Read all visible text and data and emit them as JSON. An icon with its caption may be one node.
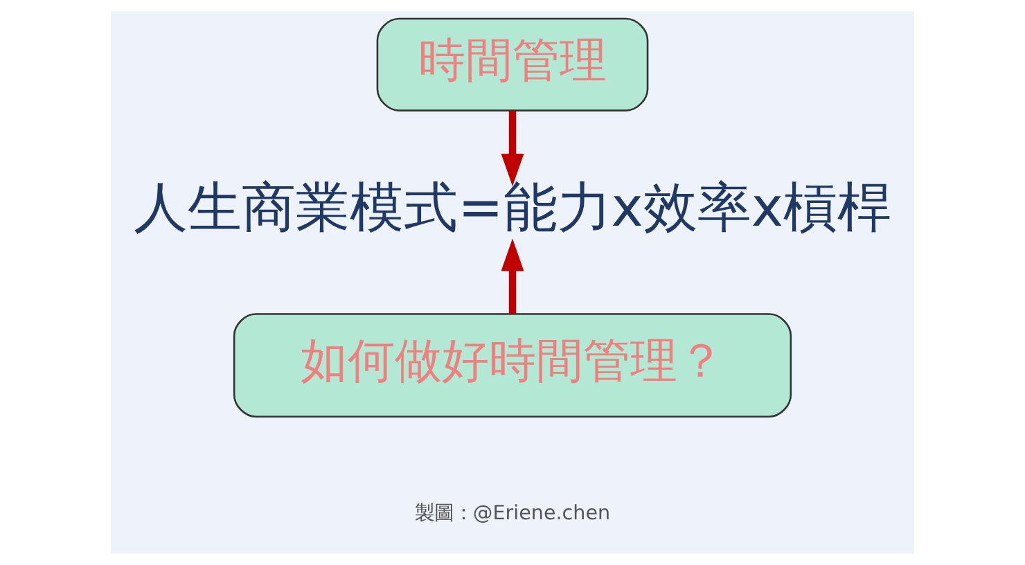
{
  "diagram": {
    "nodes": [
      {
        "text": [
          "時間管理"
        ]
      },
      {
        "text": [
          "人生商業模式=能力x效率x槓桿"
        ]
      },
      {
        "text": [
          "如何做好時間管理？"
        ]
      }
    ],
    "edges": [
      {
        "from": 0,
        "to": 1,
        "arrow": "to"
      },
      {
        "from": 2,
        "to": 1,
        "arrow": "to"
      }
    ],
    "labels": [
      "製圖：@Eriene.chen"
    ]
  }
}
